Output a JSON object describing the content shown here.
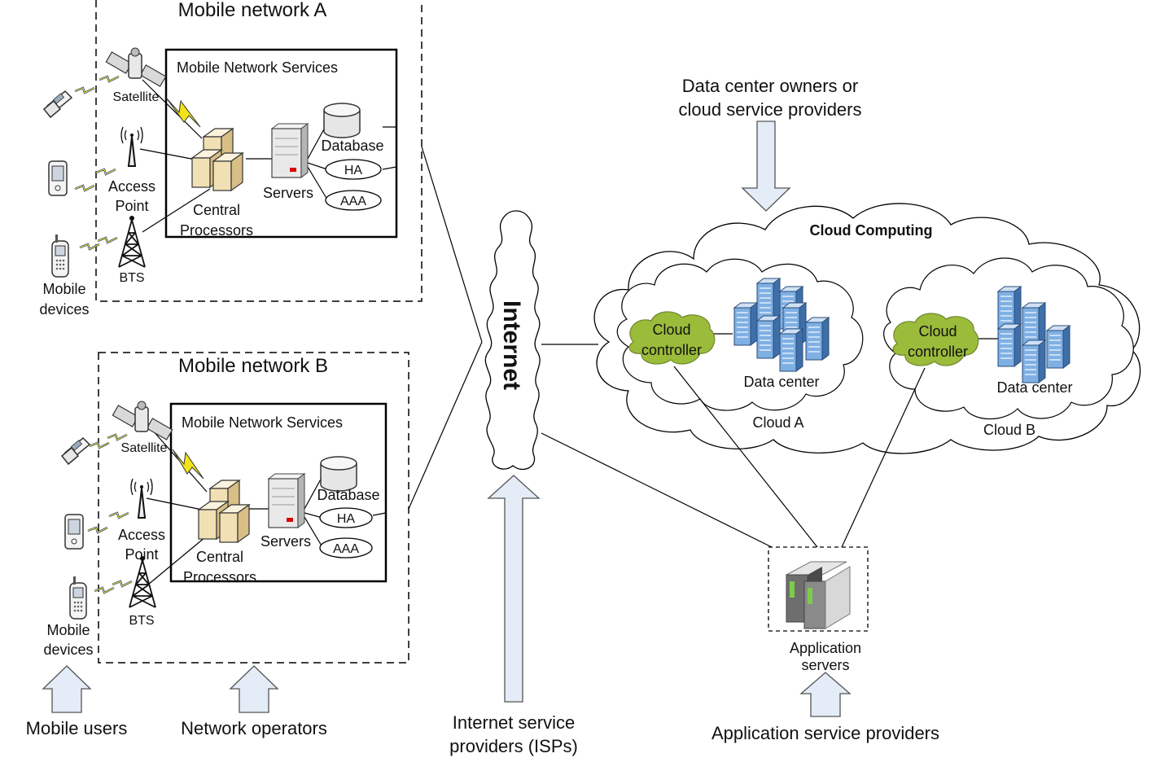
{
  "network_a": {
    "title": "Mobile network A",
    "services_title": "Mobile Network Services",
    "satellite": "Satellite",
    "access_point": [
      "Access",
      "Point"
    ],
    "bts": "BTS",
    "mobile_devices": [
      "Mobile",
      "devices"
    ],
    "central_processors": [
      "Central",
      "Processors"
    ],
    "servers": "Servers",
    "database": "Database",
    "ha": "HA",
    "aaa": "AAA"
  },
  "network_b": {
    "title": "Mobile network B",
    "services_title": "Mobile Network Services",
    "satellite": "Satellite",
    "access_point": [
      "Access",
      "Point"
    ],
    "bts": "BTS",
    "mobile_devices": [
      "Mobile",
      "devices"
    ],
    "central_processors": [
      "Central",
      "Processors"
    ],
    "servers": "Servers",
    "database": "Database",
    "ha": "HA",
    "aaa": "AAA"
  },
  "internet": "Internet",
  "dc_owners": [
    "Data center owners or",
    "cloud service providers"
  ],
  "cloud_computing": "Cloud Computing",
  "cloud_a": {
    "controller": [
      "Cloud",
      "controller"
    ],
    "data_center": "Data center",
    "name": "Cloud A"
  },
  "cloud_b": {
    "controller": [
      "Cloud",
      "controller"
    ],
    "data_center": "Data center",
    "name": "Cloud B"
  },
  "app_servers": [
    "Application",
    "servers"
  ],
  "bottom": {
    "mobile_users": "Mobile users",
    "network_operators": "Network operators",
    "isps": [
      "Internet service",
      "providers (ISPs)"
    ],
    "asp": "Application service providers"
  },
  "colors": {
    "cloud_controller": "#9bbb3b",
    "server_blue": "#5b8fd0",
    "lightning": "#f2e318",
    "arrow_fill": "#e3ecf7"
  }
}
